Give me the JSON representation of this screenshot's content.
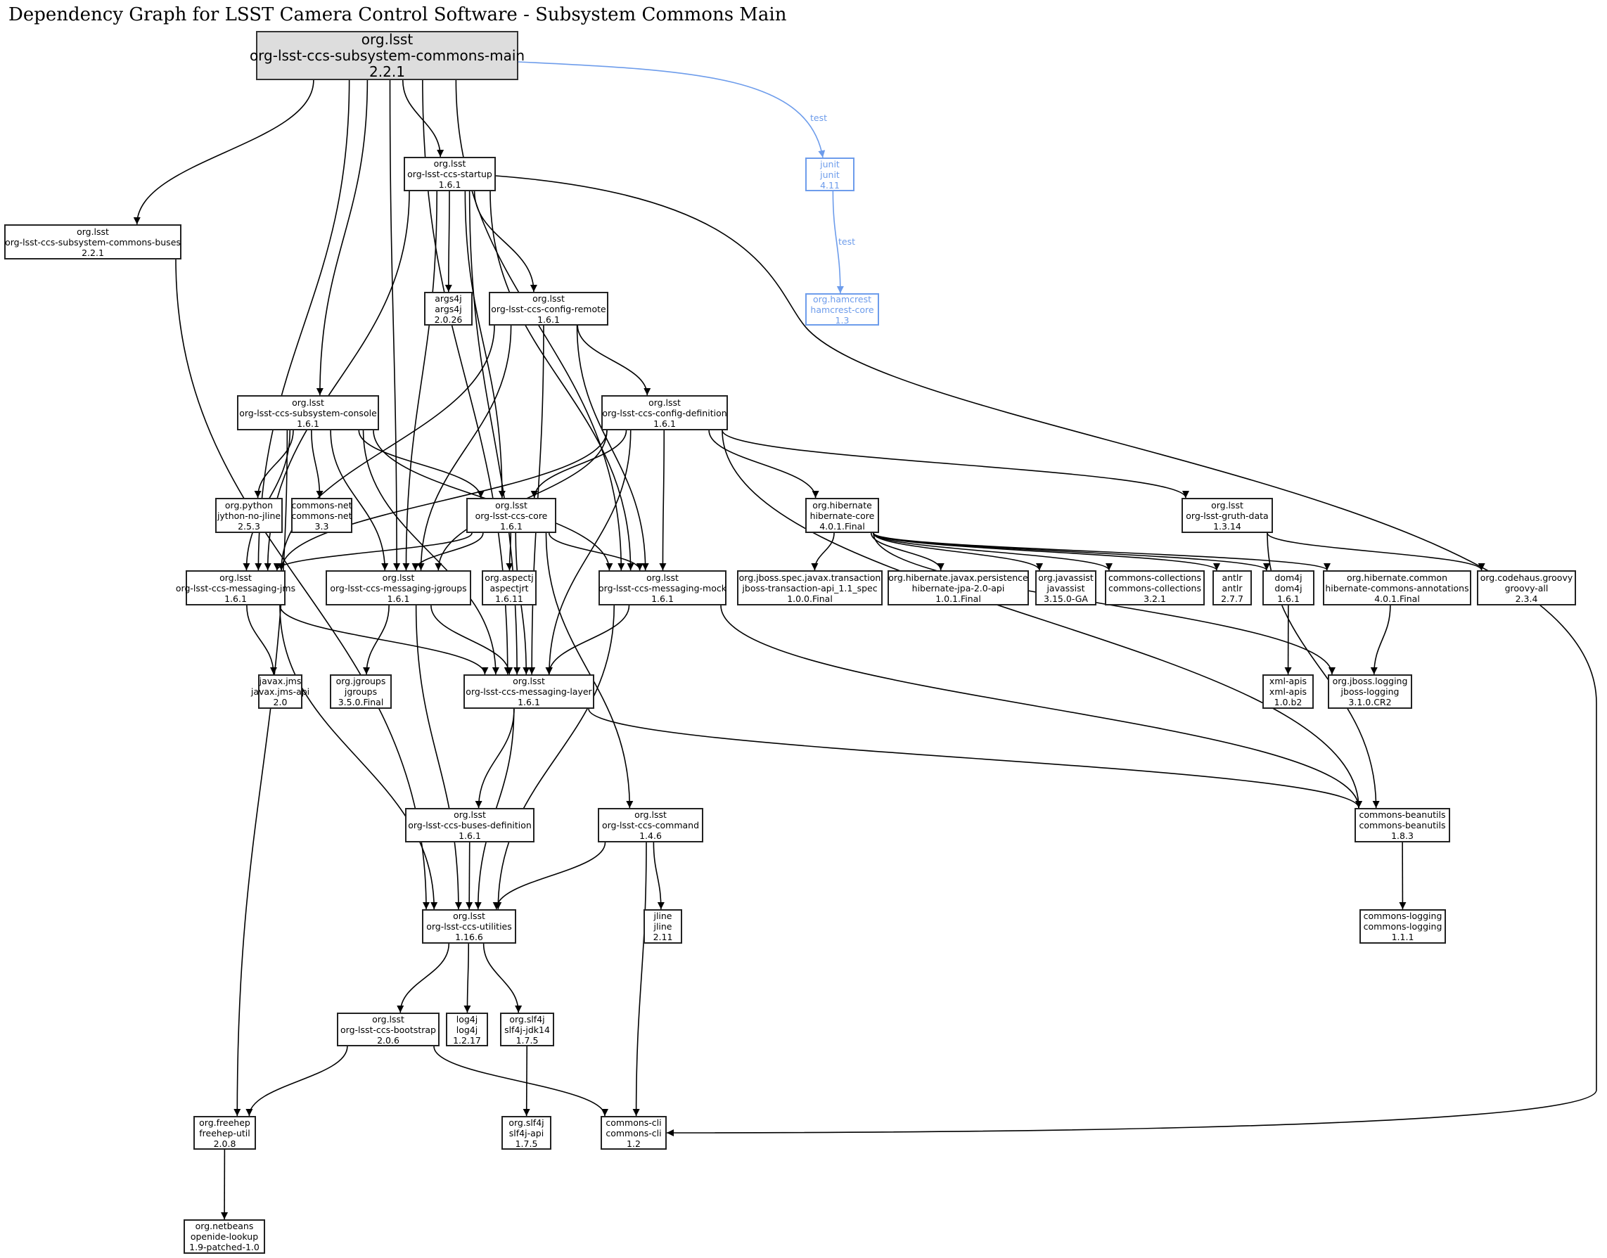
{
  "title": "Dependency Graph for LSST Camera Control Software - Subsystem Commons Main",
  "colors": {
    "edge": "#000000",
    "test_edge": "#6d9ceb",
    "root_fill": "#dddddd",
    "node_border": "#222222"
  },
  "nodes": [
    {
      "id": "main",
      "group": "org.lsst",
      "artifact": "org-lsst-ccs-subsystem-commons-main",
      "version": "2.2.1",
      "kind": "root"
    },
    {
      "id": "buses",
      "group": "org.lsst",
      "artifact": "org-lsst-ccs-subsystem-commons-buses",
      "version": "2.2.1"
    },
    {
      "id": "startup",
      "group": "org.lsst",
      "artifact": "org-lsst-ccs-startup",
      "version": "1.6.1"
    },
    {
      "id": "junit",
      "group": "junit",
      "artifact": "junit",
      "version": "4.11",
      "kind": "test"
    },
    {
      "id": "hamcrest",
      "group": "org.hamcrest",
      "artifact": "hamcrest-core",
      "version": "1.3",
      "kind": "test"
    },
    {
      "id": "args4j",
      "group": "args4j",
      "artifact": "args4j",
      "version": "2.0.26"
    },
    {
      "id": "cfgremote",
      "group": "org.lsst",
      "artifact": "org-lsst-ccs-config-remote",
      "version": "1.6.1"
    },
    {
      "id": "console",
      "group": "org.lsst",
      "artifact": "org-lsst-ccs-subsystem-console",
      "version": "1.6.1"
    },
    {
      "id": "cfgdef",
      "group": "org.lsst",
      "artifact": "org-lsst-ccs-config-definition",
      "version": "1.6.1"
    },
    {
      "id": "jython",
      "group": "org.python",
      "artifact": "jython-no-jline",
      "version": "2.5.3"
    },
    {
      "id": "cnet",
      "group": "commons-net",
      "artifact": "commons-net",
      "version": "3.3"
    },
    {
      "id": "core",
      "group": "org.lsst",
      "artifact": "org-lsst-ccs-core",
      "version": "1.6.1"
    },
    {
      "id": "hibcore",
      "group": "org.hibernate",
      "artifact": "hibernate-core",
      "version": "4.0.1.Final"
    },
    {
      "id": "gruth",
      "group": "org.lsst",
      "artifact": "org-lsst-gruth-data",
      "version": "1.3.14"
    },
    {
      "id": "jms",
      "group": "org.lsst",
      "artifact": "org-lsst-ccs-messaging-jms",
      "version": "1.6.1"
    },
    {
      "id": "jgroups",
      "group": "org.lsst",
      "artifact": "org-lsst-ccs-messaging-jgroups",
      "version": "1.6.1"
    },
    {
      "id": "aspectj",
      "group": "org.aspectj",
      "artifact": "aspectjrt",
      "version": "1.6.11"
    },
    {
      "id": "mock",
      "group": "org.lsst",
      "artifact": "org-lsst-ccs-messaging-mock",
      "version": "1.6.1"
    },
    {
      "id": "jbosstx",
      "group": "org.jboss.spec.javax.transaction",
      "artifact": "jboss-transaction-api_1.1_spec",
      "version": "1.0.0.Final"
    },
    {
      "id": "hibjpa",
      "group": "org.hibernate.javax.persistence",
      "artifact": "hibernate-jpa-2.0-api",
      "version": "1.0.1.Final"
    },
    {
      "id": "javassist",
      "group": "org.javassist",
      "artifact": "javassist",
      "version": "3.15.0-GA"
    },
    {
      "id": "ccoll",
      "group": "commons-collections",
      "artifact": "commons-collections",
      "version": "3.2.1"
    },
    {
      "id": "antlr",
      "group": "antlr",
      "artifact": "antlr",
      "version": "2.7.7"
    },
    {
      "id": "dom4j",
      "group": "dom4j",
      "artifact": "dom4j",
      "version": "1.6.1"
    },
    {
      "id": "hibcommon",
      "group": "org.hibernate.common",
      "artifact": "hibernate-commons-annotations",
      "version": "4.0.1.Final"
    },
    {
      "id": "groovy",
      "group": "org.codehaus.groovy",
      "artifact": "groovy-all",
      "version": "2.3.4"
    },
    {
      "id": "javaxjms",
      "group": "javax.jms",
      "artifact": "javax.jms-api",
      "version": "2.0"
    },
    {
      "id": "ojgroups",
      "group": "org.jgroups",
      "artifact": "jgroups",
      "version": "3.5.0.Final"
    },
    {
      "id": "layer",
      "group": "org.lsst",
      "artifact": "org-lsst-ccs-messaging-layer",
      "version": "1.6.1"
    },
    {
      "id": "xmlapis",
      "group": "xml-apis",
      "artifact": "xml-apis",
      "version": "1.0.b2"
    },
    {
      "id": "jbosslog",
      "group": "org.jboss.logging",
      "artifact": "jboss-logging",
      "version": "3.1.0.CR2"
    },
    {
      "id": "busesdef",
      "group": "org.lsst",
      "artifact": "org-lsst-ccs-buses-definition",
      "version": "1.6.1"
    },
    {
      "id": "command",
      "group": "org.lsst",
      "artifact": "org-lsst-ccs-command",
      "version": "1.4.6"
    },
    {
      "id": "beanutils",
      "group": "commons-beanutils",
      "artifact": "commons-beanutils",
      "version": "1.8.3"
    },
    {
      "id": "utilities",
      "group": "org.lsst",
      "artifact": "org-lsst-ccs-utilities",
      "version": "1.16.6"
    },
    {
      "id": "jline",
      "group": "jline",
      "artifact": "jline",
      "version": "2.11"
    },
    {
      "id": "clog",
      "group": "commons-logging",
      "artifact": "commons-logging",
      "version": "1.1.1"
    },
    {
      "id": "bootstrap",
      "group": "org.lsst",
      "artifact": "org-lsst-ccs-bootstrap",
      "version": "2.0.6"
    },
    {
      "id": "log4j",
      "group": "log4j",
      "artifact": "log4j",
      "version": "1.2.17"
    },
    {
      "id": "slf4jjdk",
      "group": "org.slf4j",
      "artifact": "slf4j-jdk14",
      "version": "1.7.5"
    },
    {
      "id": "freehep",
      "group": "org.freehep",
      "artifact": "freehep-util",
      "version": "2.0.8"
    },
    {
      "id": "slf4japi",
      "group": "org.slf4j",
      "artifact": "slf4j-api",
      "version": "1.7.5"
    },
    {
      "id": "ccli",
      "group": "commons-cli",
      "artifact": "commons-cli",
      "version": "1.2"
    },
    {
      "id": "netbeans",
      "group": "org.netbeans",
      "artifact": "openide-lookup",
      "version": "1.9-patched-1.0"
    }
  ],
  "edges": [
    {
      "from": "main",
      "to": "buses"
    },
    {
      "from": "main",
      "to": "jms"
    },
    {
      "from": "main",
      "to": "console"
    },
    {
      "from": "main",
      "to": "jgroups"
    },
    {
      "from": "main",
      "to": "startup"
    },
    {
      "from": "main",
      "to": "layer"
    },
    {
      "from": "main",
      "to": "mock"
    },
    {
      "from": "main",
      "to": "junit",
      "label": "test",
      "kind": "test"
    },
    {
      "from": "junit",
      "to": "hamcrest",
      "label": "test",
      "kind": "test"
    },
    {
      "from": "buses",
      "to": "utilities"
    },
    {
      "from": "startup",
      "to": "args4j"
    },
    {
      "from": "startup",
      "to": "cfgremote"
    },
    {
      "from": "startup",
      "to": "core"
    },
    {
      "from": "startup",
      "to": "jms"
    },
    {
      "from": "startup",
      "to": "jgroups"
    },
    {
      "from": "startup",
      "to": "layer"
    },
    {
      "from": "startup",
      "to": "mock"
    },
    {
      "from": "startup",
      "to": "ccli"
    },
    {
      "from": "cfgremote",
      "to": "cfgdef"
    },
    {
      "from": "cfgremote",
      "to": "jms"
    },
    {
      "from": "cfgremote",
      "to": "jgroups"
    },
    {
      "from": "cfgremote",
      "to": "layer"
    },
    {
      "from": "cfgremote",
      "to": "mock"
    },
    {
      "from": "console",
      "to": "jython"
    },
    {
      "from": "console",
      "to": "cnet"
    },
    {
      "from": "console",
      "to": "core"
    },
    {
      "from": "console",
      "to": "jms"
    },
    {
      "from": "console",
      "to": "jgroups"
    },
    {
      "from": "console",
      "to": "mock"
    },
    {
      "from": "console",
      "to": "layer"
    },
    {
      "from": "console",
      "to": "freehep"
    },
    {
      "from": "cfgdef",
      "to": "core"
    },
    {
      "from": "cfgdef",
      "to": "hibcore"
    },
    {
      "from": "cfgdef",
      "to": "gruth"
    },
    {
      "from": "cfgdef",
      "to": "mock"
    },
    {
      "from": "cfgdef",
      "to": "layer"
    },
    {
      "from": "cfgdef",
      "to": "jms"
    },
    {
      "from": "cfgdef",
      "to": "jgroups"
    },
    {
      "from": "cfgdef",
      "to": "beanutils"
    },
    {
      "from": "core",
      "to": "jms"
    },
    {
      "from": "core",
      "to": "jgroups"
    },
    {
      "from": "core",
      "to": "aspectj"
    },
    {
      "from": "core",
      "to": "mock"
    },
    {
      "from": "core",
      "to": "layer"
    },
    {
      "from": "core",
      "to": "command"
    },
    {
      "from": "hibcore",
      "to": "jbosstx"
    },
    {
      "from": "hibcore",
      "to": "hibjpa"
    },
    {
      "from": "hibcore",
      "to": "javassist"
    },
    {
      "from": "hibcore",
      "to": "ccoll"
    },
    {
      "from": "hibcore",
      "to": "antlr"
    },
    {
      "from": "hibcore",
      "to": "dom4j"
    },
    {
      "from": "hibcore",
      "to": "hibcommon"
    },
    {
      "from": "hibcore",
      "to": "jbosslog"
    },
    {
      "from": "gruth",
      "to": "groovy"
    },
    {
      "from": "gruth",
      "to": "beanutils"
    },
    {
      "from": "jms",
      "to": "javaxjms"
    },
    {
      "from": "jms",
      "to": "layer"
    },
    {
      "from": "jms",
      "to": "utilities"
    },
    {
      "from": "jgroups",
      "to": "ojgroups"
    },
    {
      "from": "jgroups",
      "to": "layer"
    },
    {
      "from": "jgroups",
      "to": "utilities"
    },
    {
      "from": "mock",
      "to": "layer"
    },
    {
      "from": "mock",
      "to": "utilities"
    },
    {
      "from": "mock",
      "to": "beanutils"
    },
    {
      "from": "dom4j",
      "to": "xmlapis"
    },
    {
      "from": "hibcommon",
      "to": "jbosslog"
    },
    {
      "from": "layer",
      "to": "busesdef"
    },
    {
      "from": "layer",
      "to": "utilities"
    },
    {
      "from": "layer",
      "to": "beanutils"
    },
    {
      "from": "busesdef",
      "to": "utilities"
    },
    {
      "from": "command",
      "to": "utilities"
    },
    {
      "from": "command",
      "to": "jline"
    },
    {
      "from": "command",
      "to": "ccli"
    },
    {
      "from": "beanutils",
      "to": "clog"
    },
    {
      "from": "utilities",
      "to": "bootstrap"
    },
    {
      "from": "utilities",
      "to": "log4j"
    },
    {
      "from": "utilities",
      "to": "slf4jjdk"
    },
    {
      "from": "bootstrap",
      "to": "freehep"
    },
    {
      "from": "bootstrap",
      "to": "ccli"
    },
    {
      "from": "slf4jjdk",
      "to": "slf4japi"
    },
    {
      "from": "freehep",
      "to": "netbeans"
    }
  ]
}
